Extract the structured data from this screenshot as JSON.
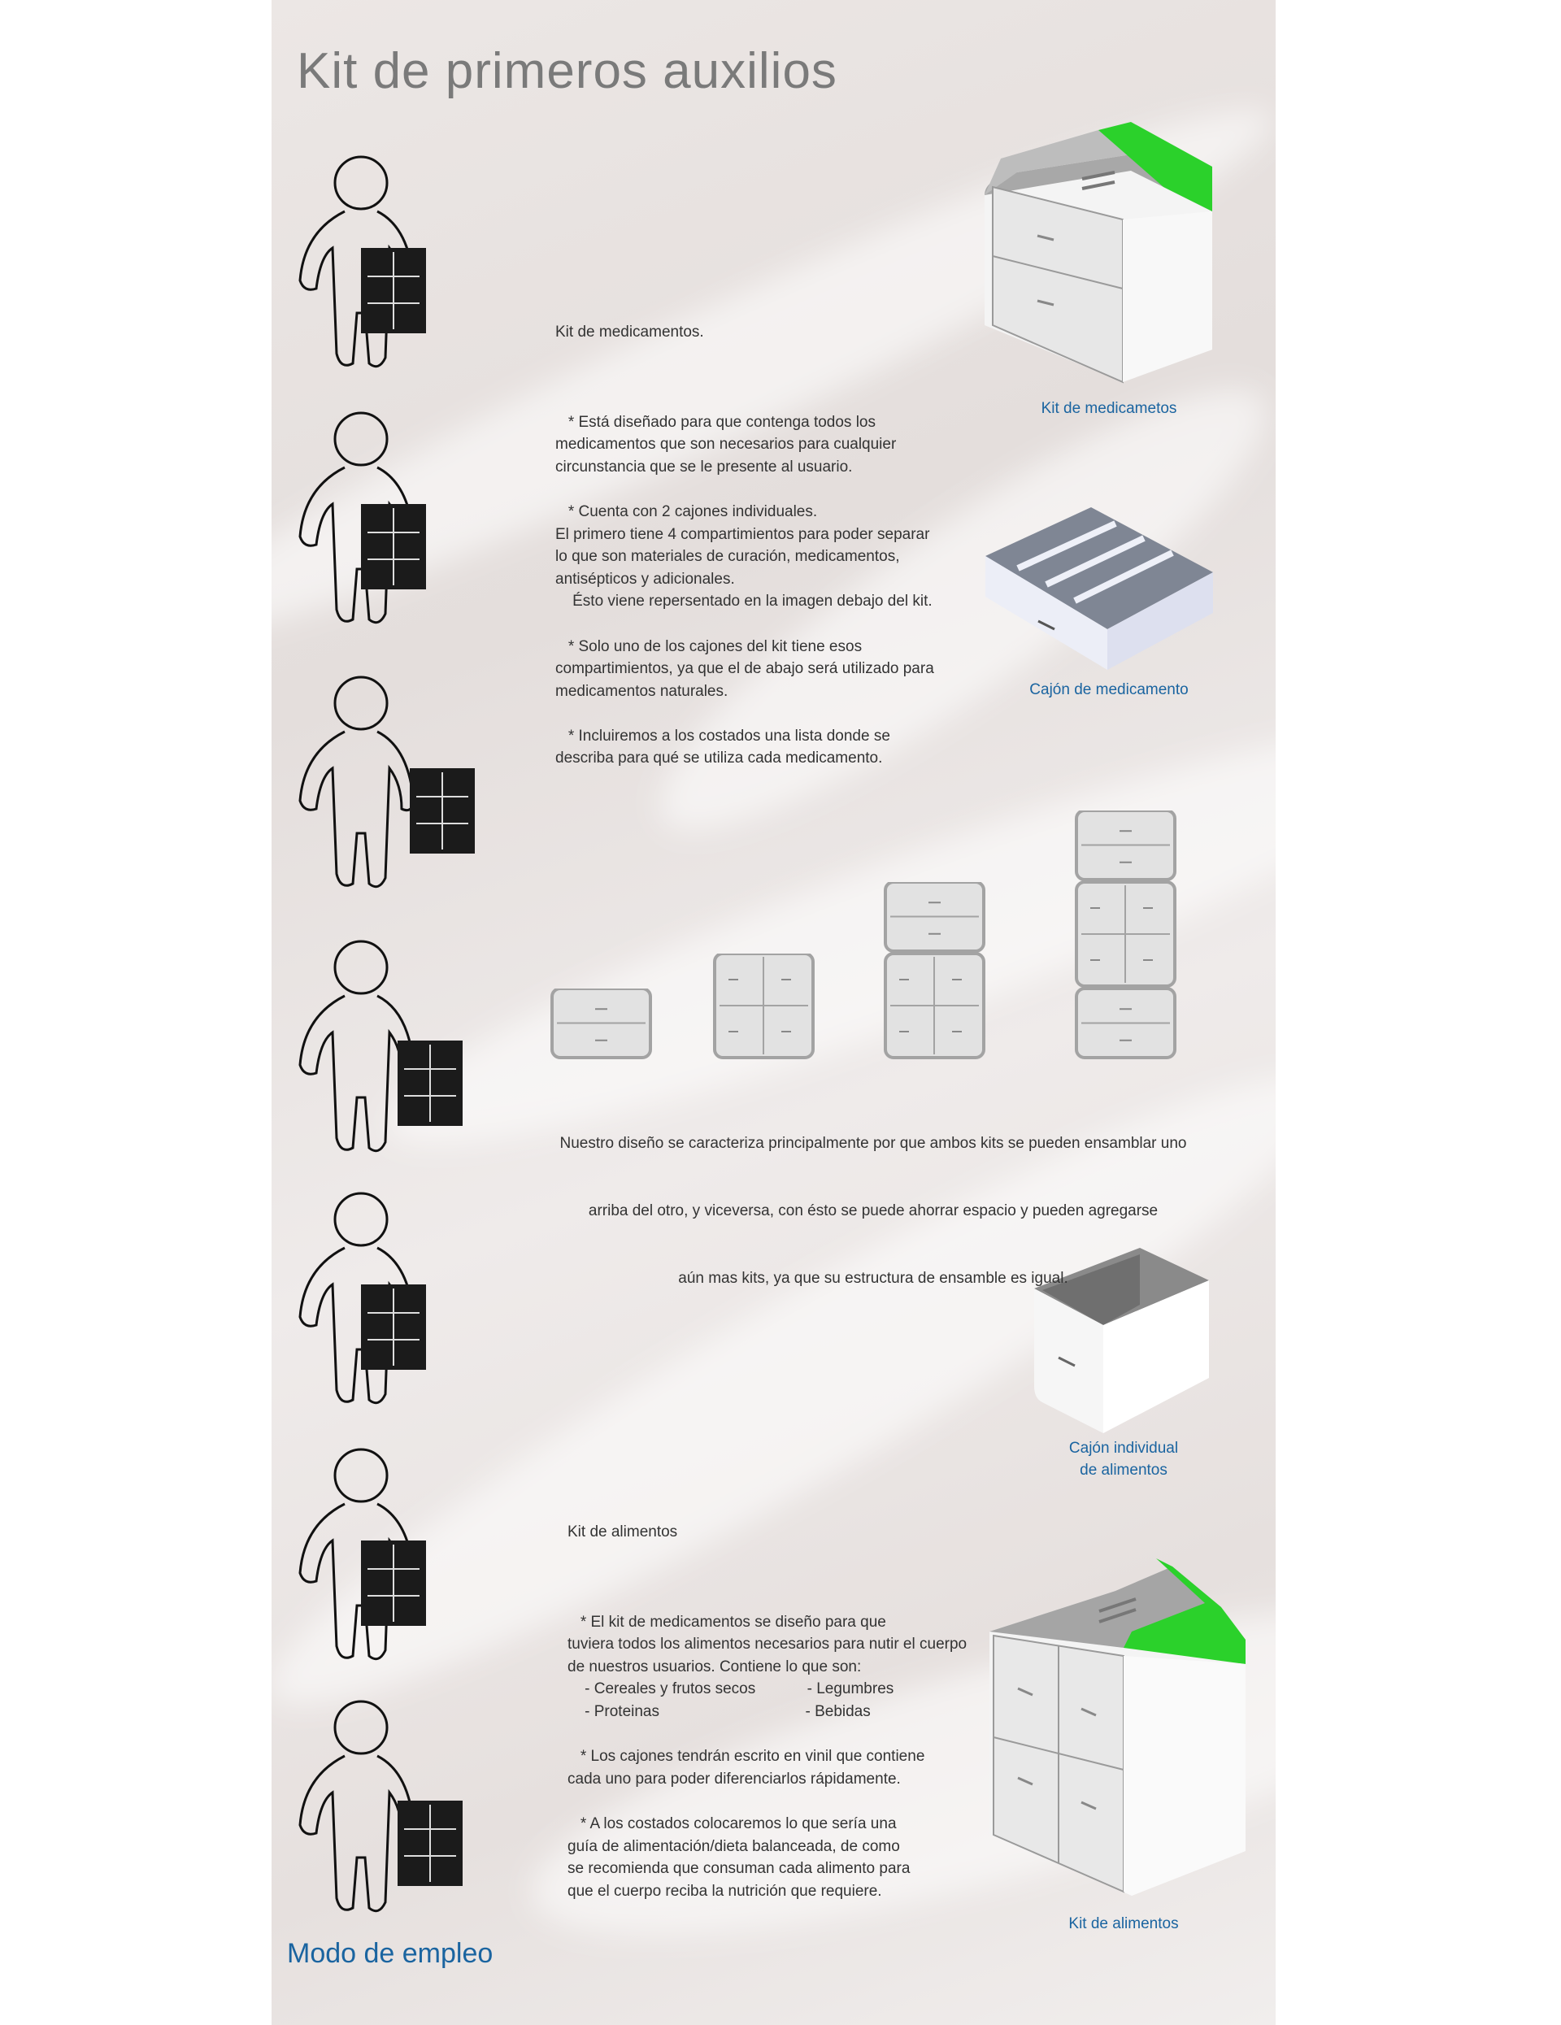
{
  "title": "Kit de primeros auxilios",
  "medicine_kit": {
    "heading": "Kit de medicamentos.",
    "lines": [
      "",
      "   * Está diseñado para que contenga todos los",
      "medicamentos que son necesarios para cualquier",
      "circunstancia que se le presente al usuario.",
      "",
      "   * Cuenta con 2 cajones individuales.",
      "El primero tiene 4 compartimientos para poder separar",
      "lo que son materiales de curación, medicamentos,",
      "antisépticos y adicionales.",
      "    Ésto viene repersentado en la imagen debajo del kit.",
      "",
      "   * Solo uno de los cajones del kit tiene esos",
      "compartimientos, ya que el de abajo será utilizado para",
      "medicamentos naturales.",
      "",
      "   * Incluiremos a los costados una lista donde se",
      "describa para qué se utiliza cada medicamento."
    ],
    "caption_kit": "Kit de medicametos",
    "caption_drawer": "Cajón de medicamento"
  },
  "stacking": {
    "lines": [
      "Nuestro diseño se caracteriza principalmente por que ambos kits se pueden ensamblar uno",
      "arriba del otro, y viceversa, con ésto se puede ahorrar espacio y pueden agregarse",
      "aún mas kits, ya que su estructura de ensamble es igual."
    ]
  },
  "food_kit": {
    "heading": "Kit de alimentos",
    "lines": [
      "",
      "   * El kit de medicamentos se diseño para que",
      "tuviera todos los alimentos necesarios para nutir el cuerpo",
      "de nuestros usuarios. Contiene lo que son:",
      "    - Cereales y frutos secos            - Legumbres",
      "    - Proteinas                                  - Bebidas",
      "",
      "   * Los cajones tendrán escrito en vinil que contiene",
      "cada uno para poder diferenciarlos rápidamente.",
      "",
      "   * A los costados colocaremos lo que sería una",
      "guía de alimentación/dieta balanceada, de como",
      "se recomienda que consuman cada alimento para",
      "que el cuerpo reciba la nutrición que requiere."
    ],
    "caption_drawer_1": "Cajón individual",
    "caption_drawer_2": "de alimentos",
    "caption_kit": "Kit de alimentos"
  },
  "mode_label": "Modo de empleo",
  "colors": {
    "accent_green": "#2bd12b",
    "caption_blue": "#1a64a0",
    "kit_gray": "#a9a9a9"
  }
}
